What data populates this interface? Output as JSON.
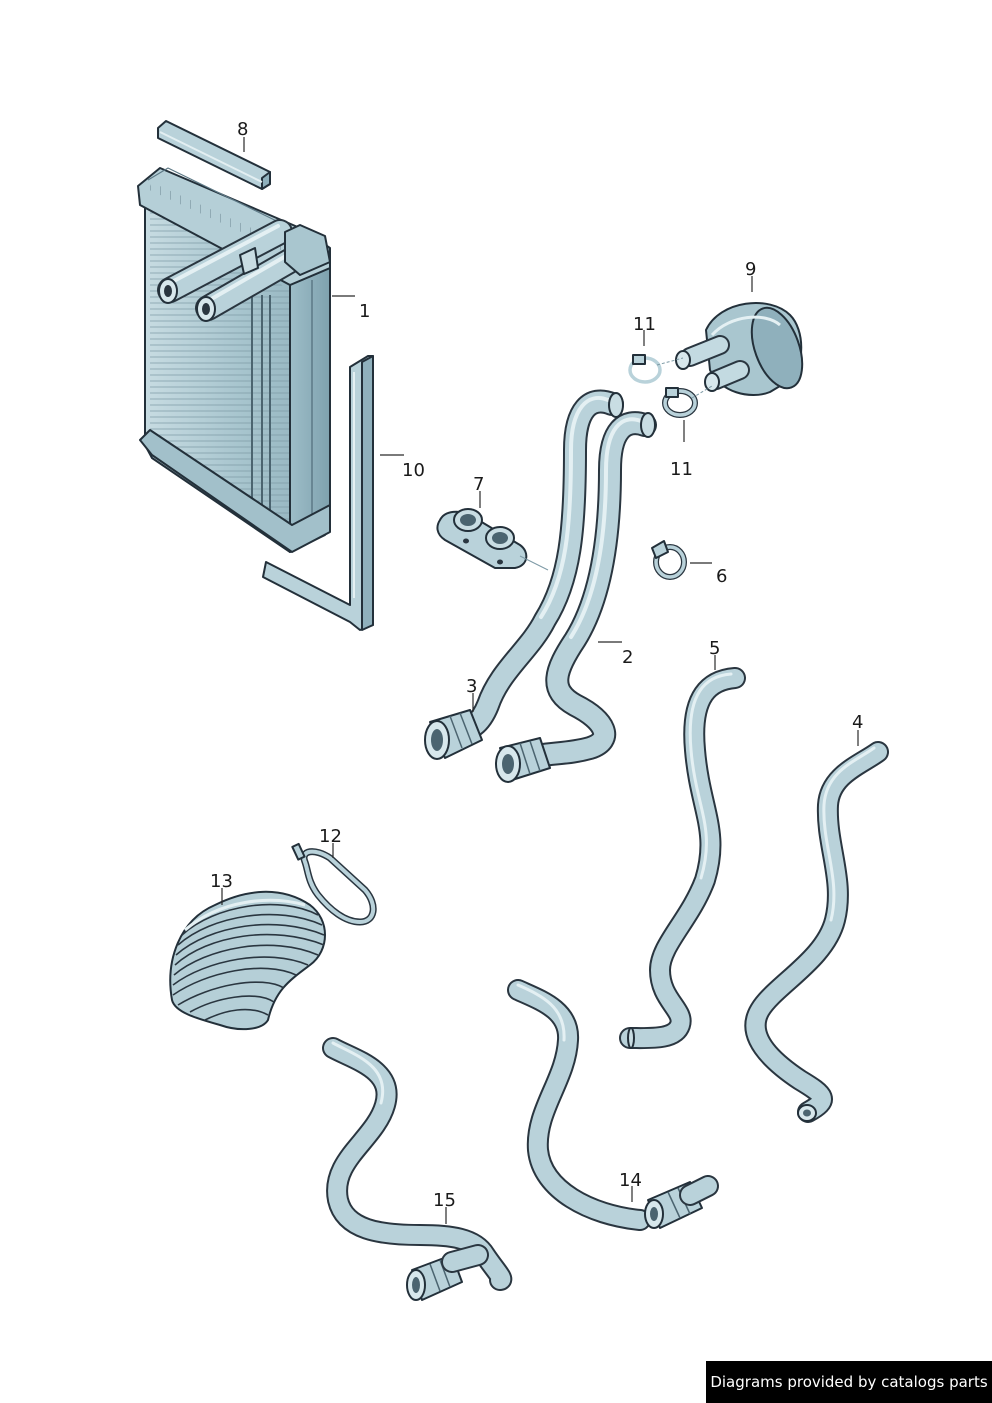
{
  "callouts": {
    "p1": "1",
    "p2": "2",
    "p3": "3",
    "p4": "4",
    "p5": "5",
    "p6": "6",
    "p7": "7",
    "p8": "8",
    "p9": "9",
    "p10": "10",
    "p11a": "11",
    "p11b": "11",
    "p12": "12",
    "p13": "13",
    "p14": "14",
    "p15": "15"
  },
  "footer": {
    "text": "Diagrams provided by catalogs parts"
  },
  "colors": {
    "part_fill": "#b9d2da",
    "part_shade": "#8fb0bc",
    "outline": "#23303a",
    "banner_bg": "#000000",
    "banner_text": "#ffffff"
  }
}
